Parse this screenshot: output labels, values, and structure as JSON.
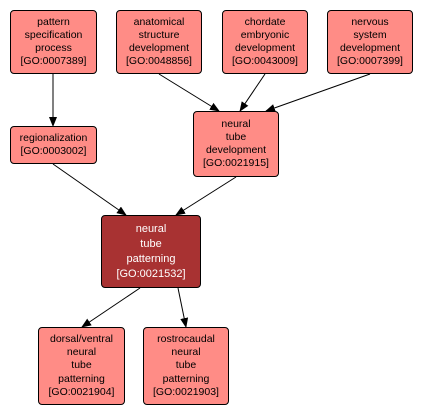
{
  "colors": {
    "node_fill": "#ff8c86",
    "focus_fill": "#a83232",
    "focus_text": "#ffffff",
    "text": "#000000",
    "edge": "#000000"
  },
  "nodes": [
    {
      "id": "go0007389",
      "lines": [
        "pattern",
        "specification",
        "process",
        "[GO:0007389]"
      ],
      "focus": false
    },
    {
      "id": "go0048856",
      "lines": [
        "anatomical",
        "structure",
        "development",
        "[GO:0048856]"
      ],
      "focus": false
    },
    {
      "id": "go0043009",
      "lines": [
        "chordate",
        "embryonic",
        "development",
        "[GO:0043009]"
      ],
      "focus": false
    },
    {
      "id": "go0007399",
      "lines": [
        "nervous",
        "system",
        "development",
        "[GO:0007399]"
      ],
      "focus": false
    },
    {
      "id": "go0003002",
      "lines": [
        "regionalization",
        "[GO:0003002]"
      ],
      "focus": false
    },
    {
      "id": "go0021915",
      "lines": [
        "neural",
        "tube",
        "development",
        "[GO:0021915]"
      ],
      "focus": false
    },
    {
      "id": "go0021532",
      "lines": [
        "neural",
        "tube",
        "patterning",
        "[GO:0021532]"
      ],
      "focus": true
    },
    {
      "id": "go0021904",
      "lines": [
        "dorsal/ventral",
        "neural",
        "tube",
        "patterning",
        "[GO:0021904]"
      ],
      "focus": false
    },
    {
      "id": "go0021903",
      "lines": [
        "rostrocaudal",
        "neural",
        "tube",
        "patterning",
        "[GO:0021903]"
      ],
      "focus": false
    }
  ],
  "edges": [
    {
      "from": "go0007389",
      "to": "go0003002"
    },
    {
      "from": "go0048856",
      "to": "go0021915"
    },
    {
      "from": "go0043009",
      "to": "go0021915"
    },
    {
      "from": "go0007399",
      "to": "go0021915"
    },
    {
      "from": "go0003002",
      "to": "go0021532"
    },
    {
      "from": "go0021915",
      "to": "go0021532"
    },
    {
      "from": "go0021532",
      "to": "go0021904"
    },
    {
      "from": "go0021532",
      "to": "go0021903"
    }
  ]
}
